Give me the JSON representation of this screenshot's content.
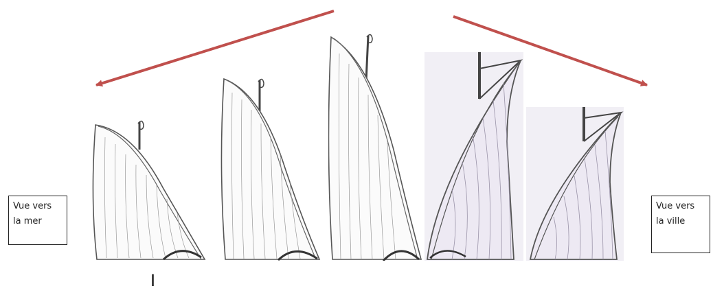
{
  "labels": {
    "sea": {
      "line1": "Vue vers",
      "line2": "la mer"
    },
    "city": {
      "line1": "Vue vers",
      "line2": "la ville"
    }
  },
  "bottom_mark": "I",
  "colors": {
    "arrow": "#c0504d",
    "pencil": "#555555",
    "tint": "#f1eff5"
  }
}
